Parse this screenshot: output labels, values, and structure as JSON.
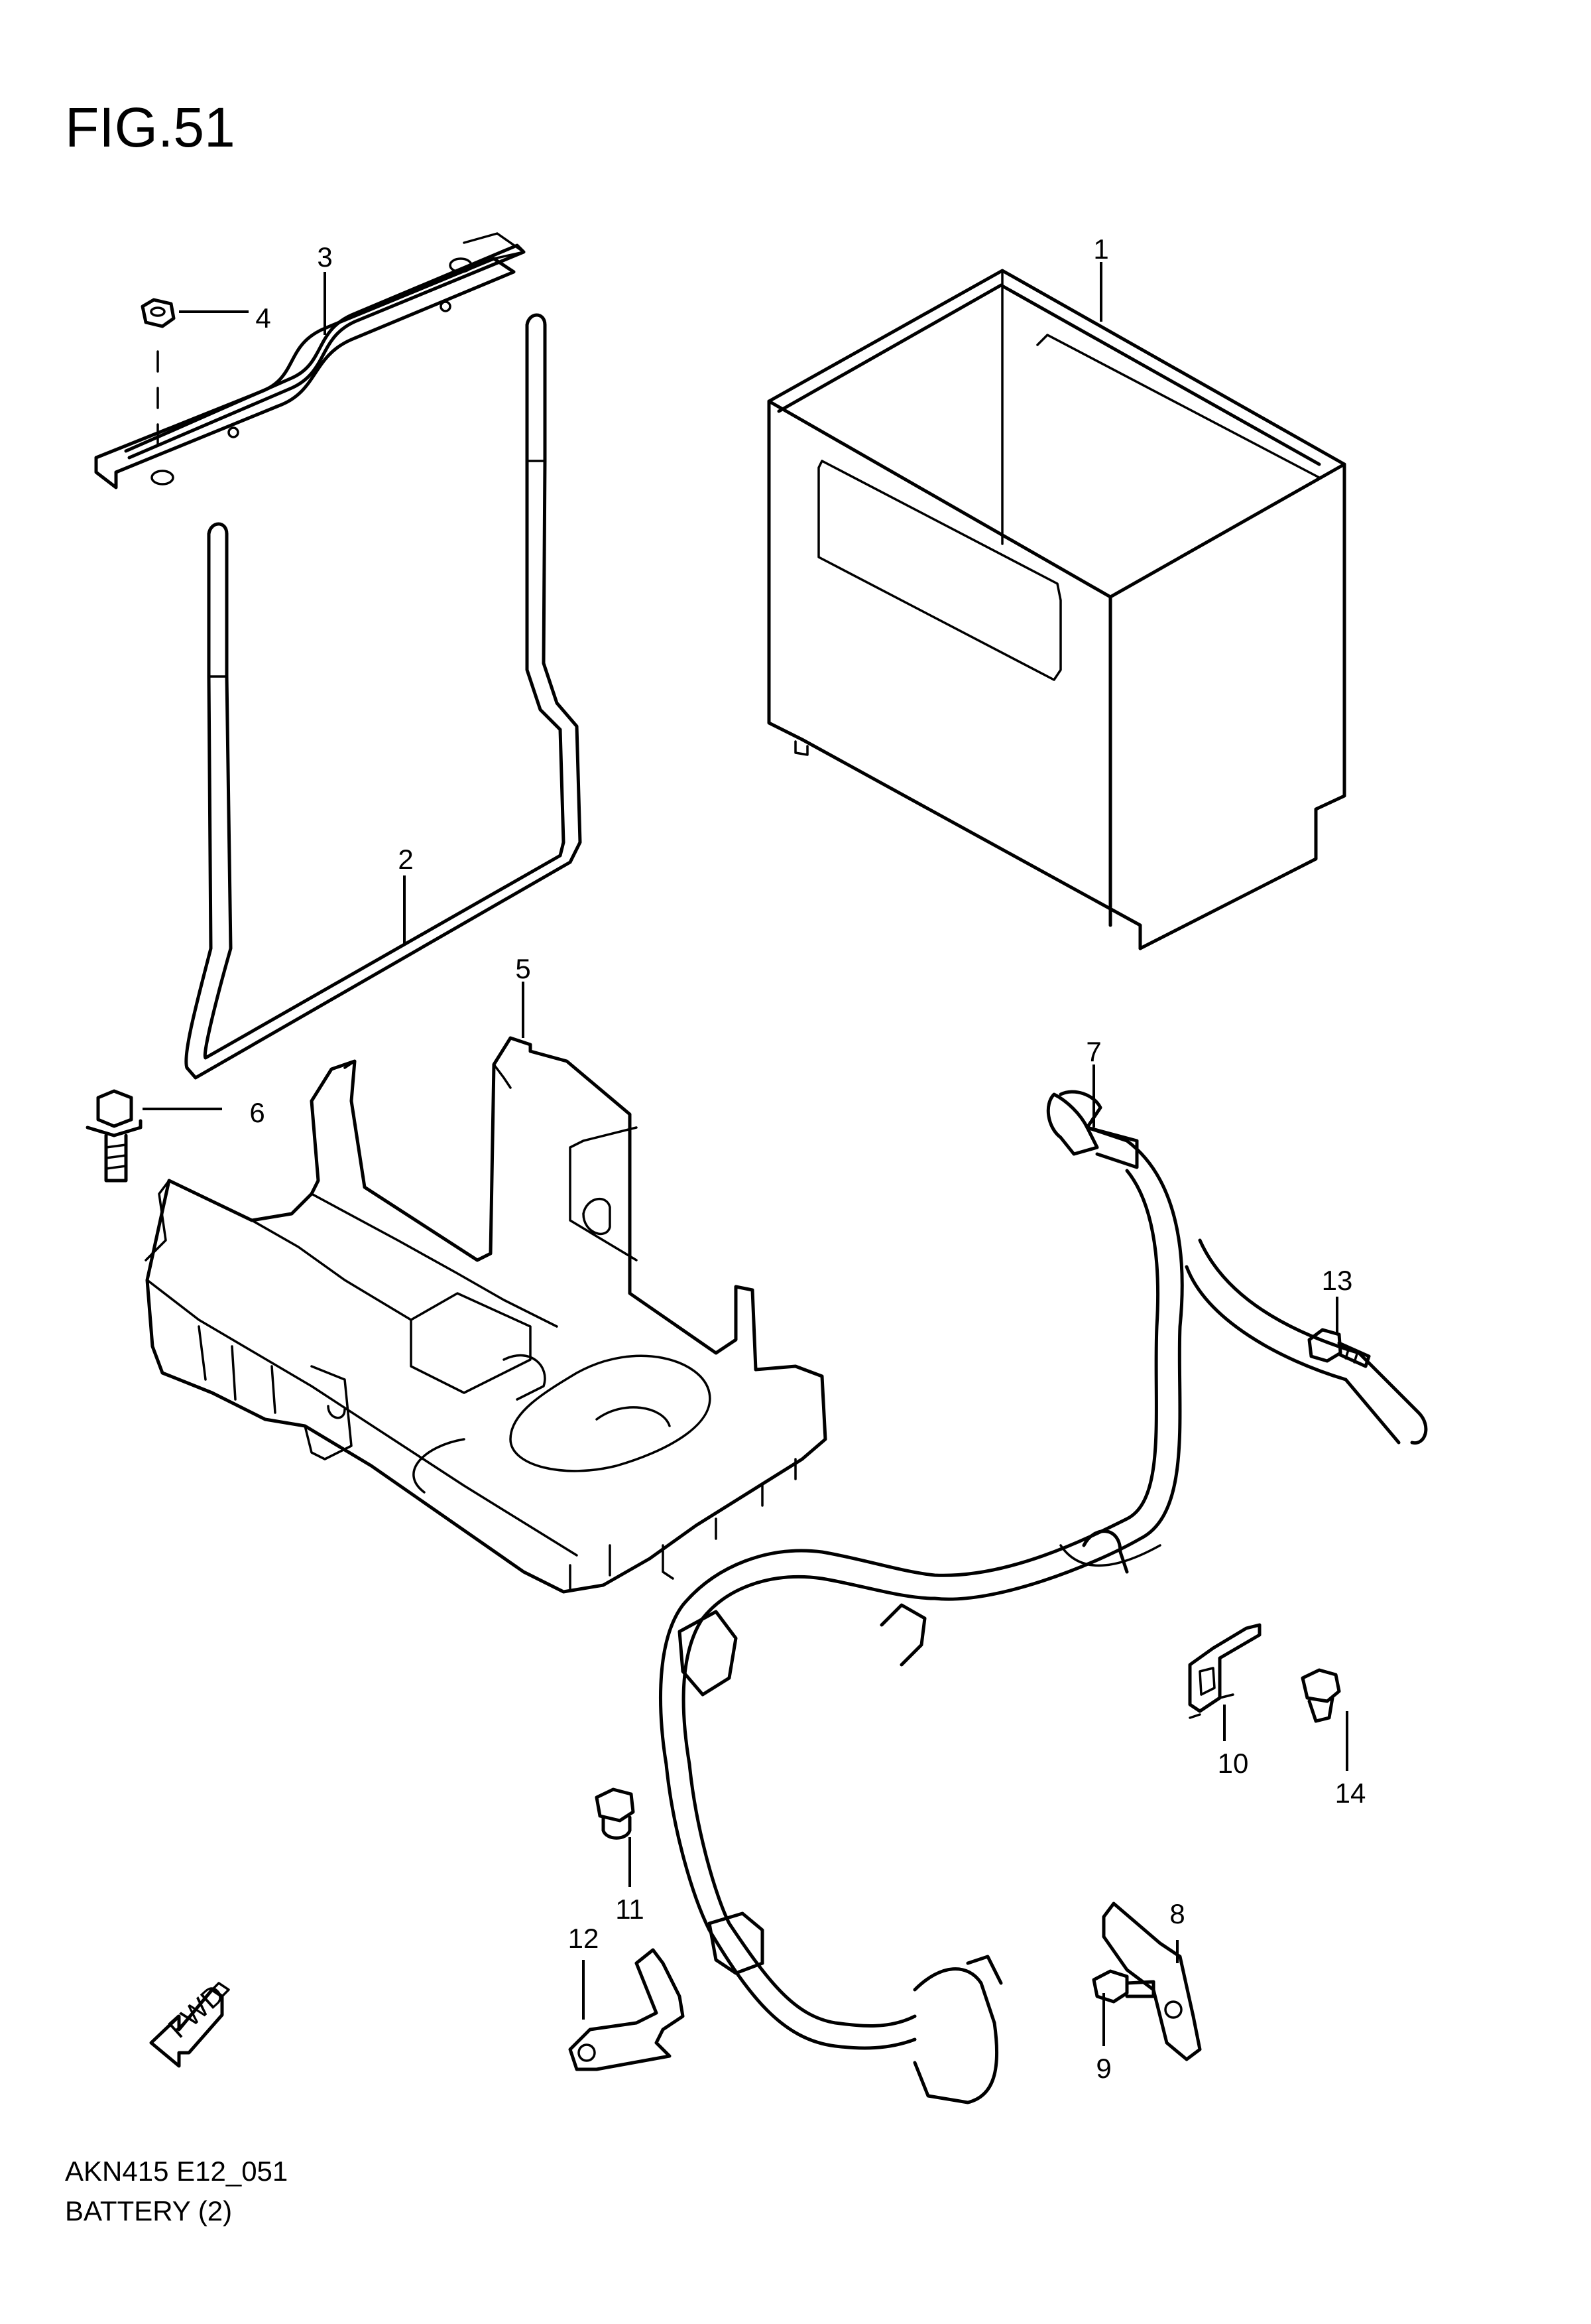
{
  "figure": {
    "title": "FIG.51",
    "code": "AKN415 E12_051",
    "section": "BATTERY (2)"
  },
  "direction_arrow": {
    "label": "FWD"
  },
  "callouts": [
    "1",
    "2",
    "3",
    "4",
    "5",
    "6",
    "7",
    "8",
    "9",
    "10",
    "11",
    "12",
    "13",
    "14"
  ]
}
